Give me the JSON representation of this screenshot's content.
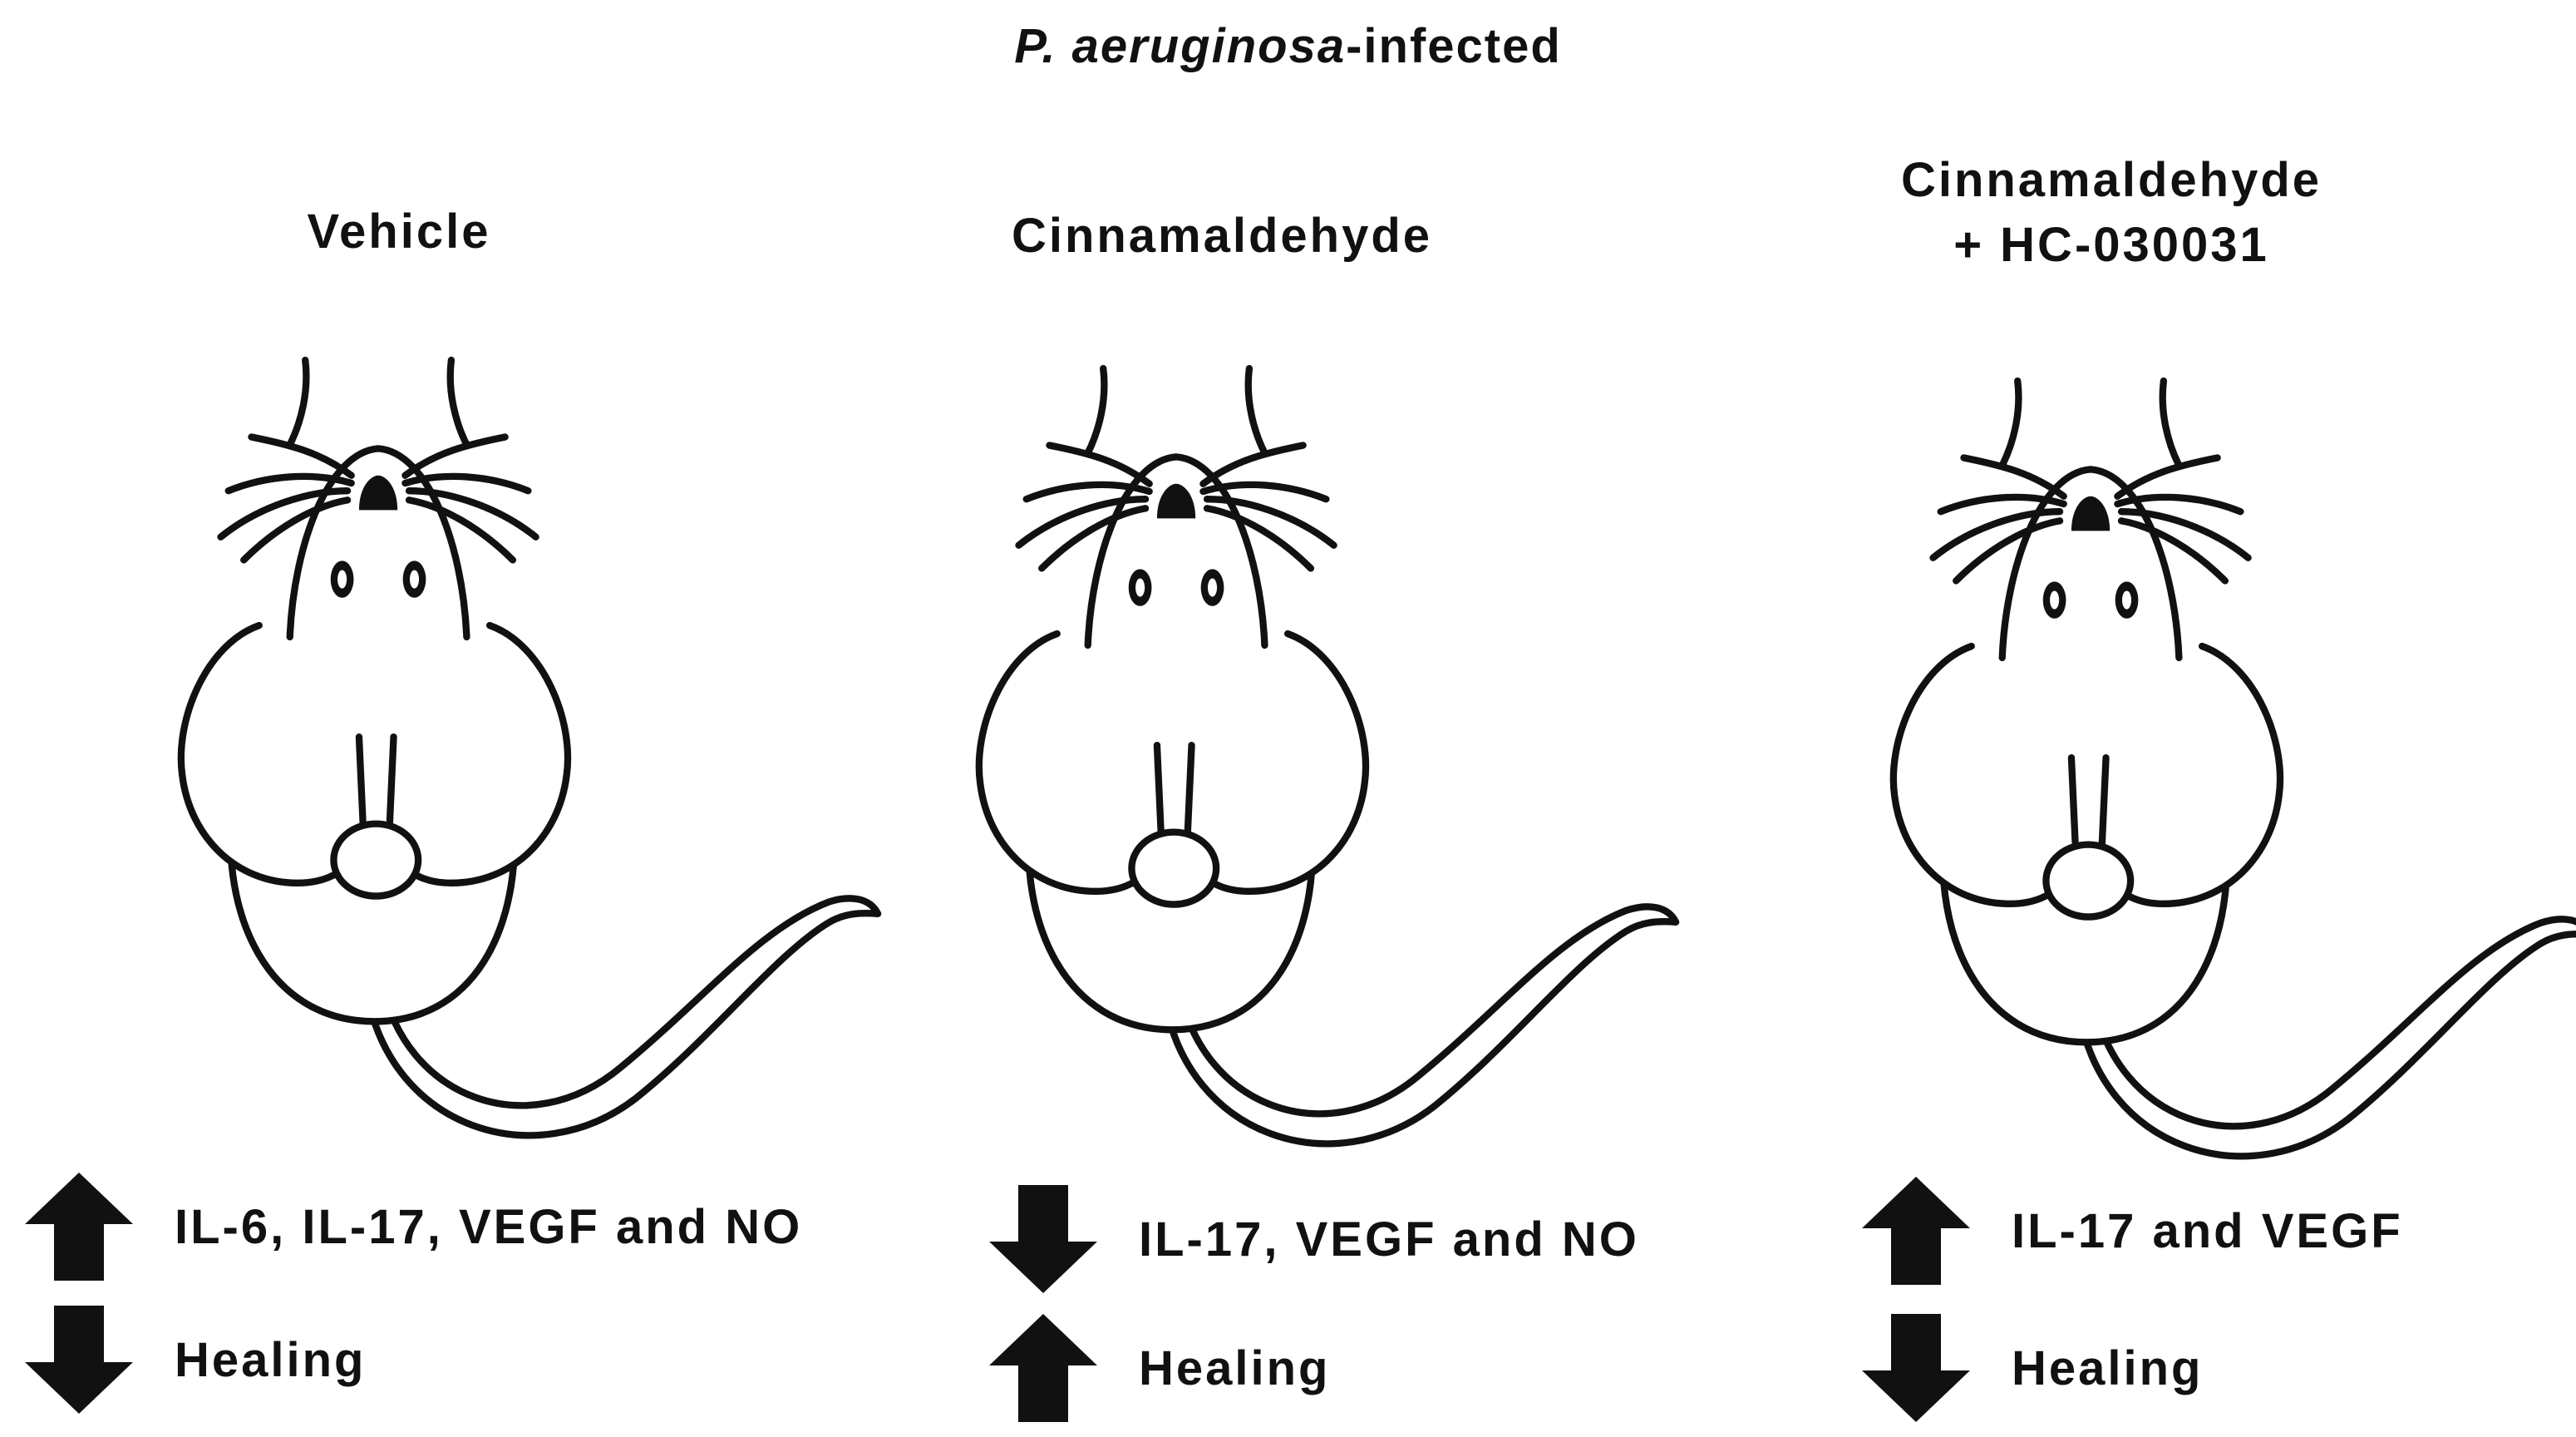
{
  "title": {
    "italic_part": "P. aeruginosa",
    "suffix": "-infected"
  },
  "colors": {
    "ink": "#111111",
    "background": "#ffffff"
  },
  "groups": [
    {
      "label_line1": "Vehicle",
      "label_line2": "",
      "effects": [
        {
          "direction": "up",
          "icon": "up-arrow-icon",
          "text": "IL-6, IL-17, VEGF and NO"
        },
        {
          "direction": "down",
          "icon": "down-arrow-icon",
          "text": "Healing"
        }
      ]
    },
    {
      "label_line1": "Cinnamaldehyde",
      "label_line2": "",
      "effects": [
        {
          "direction": "down",
          "icon": "down-arrow-icon",
          "text": "IL-17, VEGF and NO"
        },
        {
          "direction": "up",
          "icon": "up-arrow-icon",
          "text": "Healing"
        }
      ]
    },
    {
      "label_line1": "Cinnamaldehyde",
      "label_line2": "+ HC-030031",
      "effects": [
        {
          "direction": "up",
          "icon": "up-arrow-icon",
          "text": "IL-17 and VEGF"
        },
        {
          "direction": "down",
          "icon": "down-arrow-icon",
          "text": "Healing"
        }
      ]
    }
  ]
}
